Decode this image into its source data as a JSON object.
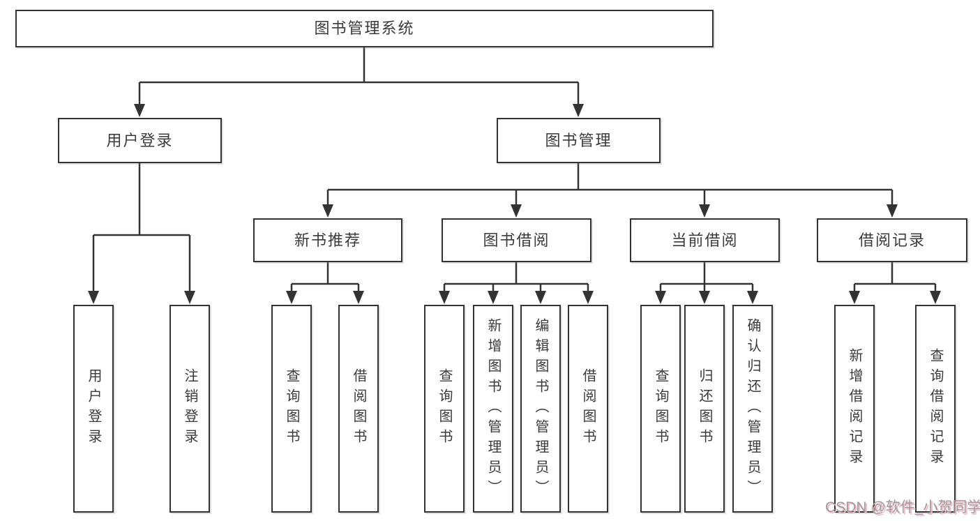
{
  "diagram": {
    "root": {
      "label": "图书管理系统"
    },
    "level2": [
      {
        "label": "用户登录"
      },
      {
        "label": "图书管理"
      }
    ],
    "level3": [
      {
        "label": "新书推荐",
        "parent": "图书管理"
      },
      {
        "label": "图书借阅",
        "parent": "图书管理"
      },
      {
        "label": "当前借阅",
        "parent": "图书管理"
      },
      {
        "label": "借阅记录",
        "parent": "图书管理"
      }
    ],
    "leaves": [
      {
        "label": "用户登录",
        "parent": "用户登录"
      },
      {
        "label": "注销登录",
        "parent": "用户登录"
      },
      {
        "label": "查询图书",
        "parent": "新书推荐"
      },
      {
        "label": "借阅图书",
        "parent": "新书推荐"
      },
      {
        "label": "查询图书",
        "parent": "图书借阅"
      },
      {
        "label": "新增图书（管理员）",
        "parent": "图书借阅"
      },
      {
        "label": "编辑图书（管理员）",
        "parent": "图书借阅"
      },
      {
        "label": "借阅图书",
        "parent": "图书借阅"
      },
      {
        "label": "查询图书",
        "parent": "当前借阅"
      },
      {
        "label": "归还图书",
        "parent": "当前借阅"
      },
      {
        "label": "确认归还（管理员）",
        "parent": "当前借阅"
      },
      {
        "label": "新增借阅记录",
        "parent": "借阅记录"
      },
      {
        "label": "查询借阅记录",
        "parent": "借阅记录"
      }
    ]
  },
  "watermark": {
    "text": "CSDN @软件_小贺同学"
  },
  "colors": {
    "line": "#333333",
    "text": "#3a3a3a",
    "box_bg": "#ffffff",
    "page_bg": "#ffffff",
    "watermark": "#9c9c9c",
    "watermark_shadow": "#f3b3c3"
  }
}
